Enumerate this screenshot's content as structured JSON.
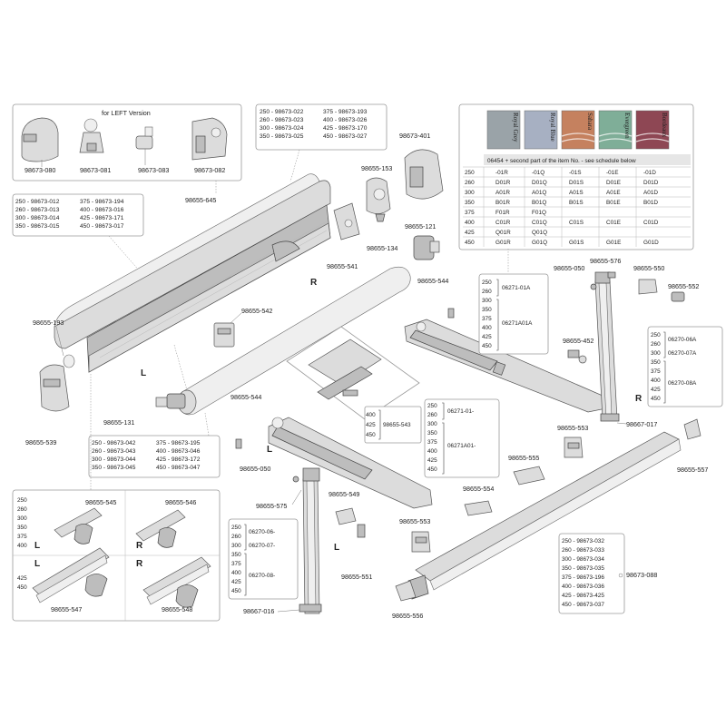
{
  "left_version_label": "for LEFT Version",
  "top_left_parts": [
    "98673-080",
    "98673-081",
    "98673-083",
    "98673-082"
  ],
  "top_left_group": "98655-645",
  "box_cover": [
    "250 - 98673-022",
    "260 - 98673-023",
    "300 - 98673-024",
    "350 - 98673-025",
    "375 - 98673-193",
    "400 - 98673-026",
    "425 - 98673-170",
    "450 - 98673-027"
  ],
  "box_profile": [
    "250 - 98673-012",
    "260 - 98673-013",
    "300 - 98673-014",
    "350 - 98673-015",
    "375 - 98673-194",
    "400 - 98673-016",
    "425 - 98673-171",
    "450 - 98673-017"
  ],
  "box_tube": [
    "250 - 98673-042",
    "260 - 98673-043",
    "300 - 98673-044",
    "350 - 98673-045",
    "375 - 98673-195",
    "400 - 98673-046",
    "425 - 98673-172",
    "450 - 98673-047"
  ],
  "box_front": [
    "250 - 98673-032",
    "260 - 98673-033",
    "300 - 98673-034",
    "350 - 98673-035",
    "375 - 98673-196",
    "400 - 98673-036",
    "425 - 98673-425",
    "450 - 98673-037"
  ],
  "colors": {
    "names": [
      "Royal Grey",
      "Royal Blue",
      "Sahara",
      "Evergreen",
      "Bordeaux"
    ],
    "swatches": [
      "#9aa3a8",
      "#a7b0c2",
      "#c5815f",
      "#7fae98",
      "#8e4754"
    ],
    "note": "06454 + second part of the item No. - see schedule below",
    "rows": [
      [
        "250",
        "-01R",
        "-01Q",
        "-01S",
        "-01E",
        "-01D"
      ],
      [
        "260",
        "D01R",
        "D01Q",
        "D01S",
        "D01E",
        "D01D"
      ],
      [
        "300",
        "A01R",
        "A01Q",
        "A01S",
        "A01E",
        "A01D"
      ],
      [
        "350",
        "B01R",
        "B01Q",
        "B01S",
        "B01E",
        "B01D"
      ],
      [
        "375",
        "F01R",
        "F01Q",
        "",
        "",
        ""
      ],
      [
        "400",
        "C01R",
        "C01Q",
        "C01S",
        "C01E",
        "C01D"
      ],
      [
        "425",
        "Q01R",
        "Q01Q",
        "",
        "",
        ""
      ],
      [
        "450",
        "G01R",
        "G01Q",
        "G01S",
        "G01E",
        "G01D"
      ]
    ]
  },
  "bracket_arm_right": {
    "sizes": [
      "250",
      "260",
      "300",
      "350",
      "375",
      "400",
      "425",
      "450"
    ],
    "parts": [
      "06271-01A",
      "06271A01A"
    ]
  },
  "bracket_arm_left": {
    "sizes": [
      "250",
      "260",
      "300",
      "350",
      "375",
      "400",
      "425",
      "450"
    ],
    "parts": [
      "06271-01-",
      "06271A01-"
    ]
  },
  "bracket_leg_right": {
    "sizes": [
      "250",
      "260",
      "300",
      "350",
      "375",
      "400",
      "425",
      "450"
    ],
    "parts": [
      "06270-06A",
      "06270-07A",
      "06270-08A"
    ]
  },
  "bracket_leg_left": {
    "sizes": [
      "250",
      "260",
      "300",
      "350",
      "375",
      "400",
      "425",
      "450"
    ],
    "parts": [
      "06270-06-",
      "06270-07-",
      "06270-08-"
    ]
  },
  "bracket_543": {
    "sizes": [
      "400",
      "425",
      "450"
    ],
    "part": "98655-543"
  },
  "bottom_left_box": {
    "sizes_top": [
      "250",
      "260",
      "300",
      "350",
      "375",
      "400"
    ],
    "sizes_bottom": [
      "425",
      "450"
    ],
    "parts": [
      "98655-545",
      "98655-546",
      "98655-547",
      "98655-548"
    ]
  },
  "letters": {
    "L": "L",
    "R": "R"
  },
  "labels": {
    "p401": "98673-401",
    "p153": "98655-153",
    "p121": "98655-121",
    "p134": "98655-134",
    "p541": "98655-541",
    "p544a": "98655-544",
    "p542": "98655-542",
    "p193": "98655-193",
    "p539": "98655-539",
    "p131": "98655-131",
    "p544b": "98655-544",
    "p050a": "98655-050",
    "p575": "98655-575",
    "p549": "98655-549",
    "p551": "98655-551",
    "p553a": "98655-553",
    "p016": "98667-016",
    "p556": "98655-556",
    "p554": "98655-554",
    "p555": "98655-555",
    "p553b": "98655-553",
    "p017": "98667-017",
    "p557": "98655-557",
    "p088": "98673-088",
    "p452": "98655-452",
    "p050b": "98655-050",
    "p576": "98655-576",
    "p550": "98655-550",
    "p552": "98655-552"
  }
}
